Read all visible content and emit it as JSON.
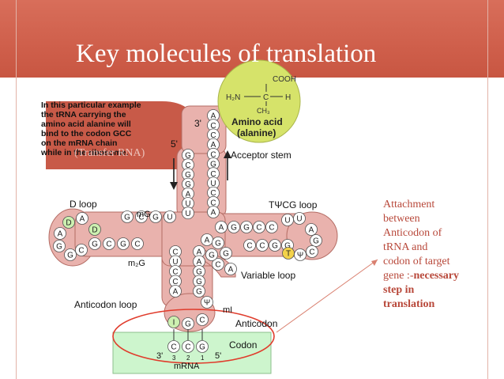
{
  "slide": {
    "title": "Key molecules of translation"
  },
  "figure": {
    "trna_heading": "tRNA",
    "overlay_text": "(Transfer RNA)",
    "note_lines": [
      "In this particular example",
      "the tRNA carrying the",
      "amino acid alanine will",
      "bind to the codon GCC",
      "on the mRNA chain",
      "while in the ribosome."
    ],
    "amino_acid": {
      "cooh": "COOH",
      "h2n": "H₂N",
      "c": "C",
      "h": "H",
      "ch3": "CH₃",
      "label_line1": "Amino acid",
      "label_line2": "(alanine)"
    },
    "labels": {
      "three_prime": "3'",
      "five_prime": "5'",
      "acceptor_stem": "Acceptor stem",
      "d_loop": "D loop",
      "tpsicg_loop": "TΨCG loop",
      "mg": "mG",
      "m2g": "m₂G",
      "variable_loop": "Variable loop",
      "anticodon_loop": "Anticodon loop",
      "mi": "mI",
      "anticodon": "Anticodon",
      "codon": "Codon",
      "mrna": "mRNA",
      "mrna_3prime": "3'",
      "mrna_5prime": "5'",
      "pos3": "3",
      "pos2": "2",
      "pos1": "1"
    },
    "acceptor_5prime_strand": [
      "G",
      "C",
      "G",
      "G",
      "A",
      "U",
      "U"
    ],
    "acceptor_3prime_strand": [
      "A",
      "C",
      "C",
      "A",
      "C",
      "G",
      "C",
      "U",
      "C",
      "C",
      "A"
    ],
    "d_arm_top": [
      "U",
      "G",
      "C",
      "G"
    ],
    "d_arm_bottom": [
      "G",
      "C",
      "G",
      "C"
    ],
    "d_loop_bases": [
      "D",
      "A",
      "G",
      "G",
      "C",
      "D",
      "A"
    ],
    "t_arm_top": [
      "A",
      "G",
      "G",
      "C",
      "C"
    ],
    "t_arm_bottom": [
      "C",
      "C",
      "G",
      "G"
    ],
    "t_loop_bases": [
      "U",
      "U",
      "A",
      "G",
      "C",
      "T",
      "Ψ"
    ],
    "anticodon_stem_left": [
      "C",
      "U",
      "C",
      "C",
      "A"
    ],
    "anticodon_stem_right": [
      "A",
      "A",
      "G",
      "G",
      "G"
    ],
    "anticodon_bases": [
      "I",
      "G",
      "C"
    ],
    "codon_bases": [
      "C",
      "C",
      "G"
    ],
    "variable_bases": [
      "A",
      "G",
      "G",
      "A",
      "C",
      "G"
    ],
    "psi_symbol": "Ψ"
  },
  "caption": {
    "lines": [
      "Attachment",
      "between",
      "Anticodon of",
      "tRNA  and",
      "codon of target",
      "gene :-"
    ],
    "emphasis_lines": [
      "necessary",
      "step in",
      "translation"
    ]
  },
  "colors": {
    "title_band": "#cf5f4b",
    "title_text": "#ffffff",
    "bubble_fill": "#c85a48",
    "trna_fill": "#e9b2ad",
    "base_green": "#ccf0b0",
    "base_white": "#ffffff",
    "amino_fill": "#d6e36a",
    "codon_box": "#cdf5cd",
    "highlight_oval": "#e03c2c",
    "caption_text": "#b8483a"
  }
}
